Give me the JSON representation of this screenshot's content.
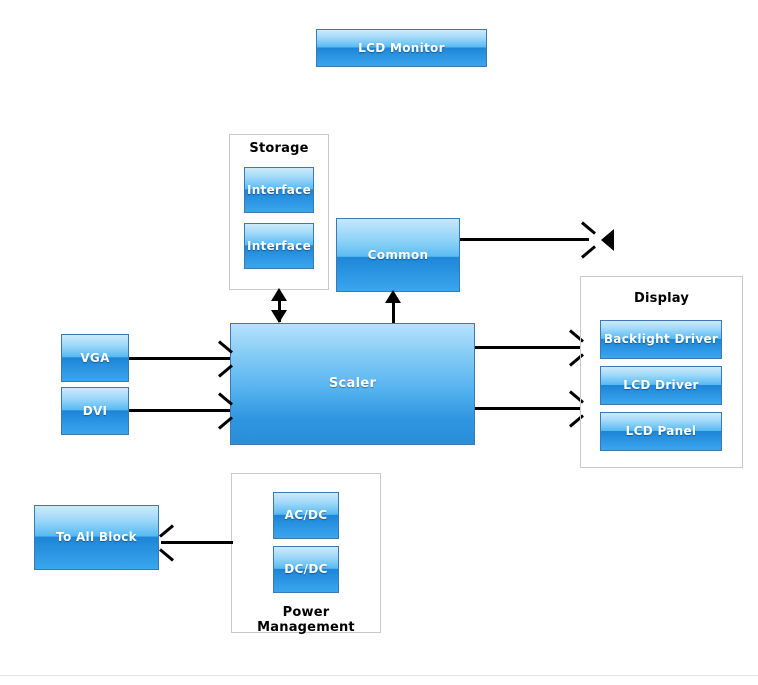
{
  "diagram": {
    "title_block": {
      "label": "LCD Monitor"
    },
    "groups": [
      {
        "name": "storage",
        "title": "Storage"
      },
      {
        "name": "display",
        "title": "Display"
      },
      {
        "name": "power",
        "title": "Power Management"
      }
    ],
    "blocks": {
      "interface_1": "Interface",
      "interface_2": "Interface",
      "common": "Common",
      "scaler": "Scaler",
      "vga": "VGA",
      "dvi": "DVI",
      "backlight_driver": "Backlight Driver",
      "lcd_driver": "LCD Driver",
      "lcd_panel": "LCD Panel",
      "ac_dc": "AC/DC",
      "dc_dc": "DC/DC",
      "to_all_block": "To All Block"
    },
    "icons": {
      "speaker": "speaker-icon"
    },
    "colors": {
      "block_border": "#3b78b4",
      "block_gradient_top": "#cdeafb",
      "block_gradient_mid": "#1d84d6",
      "block_gradient_bottom": "#3aa6ee",
      "group_border": "#c9c9c9",
      "connector": "#000000",
      "label_text": "#000000",
      "block_text": "#ffffff",
      "canvas_background": "#ffffff",
      "divider": "#e3e3e3"
    },
    "connections": [
      {
        "from": "vga",
        "to": "scaler",
        "direction": "right"
      },
      {
        "from": "dvi",
        "to": "scaler",
        "direction": "right"
      },
      {
        "from": "storage",
        "to": "scaler",
        "direction": "bidirectional"
      },
      {
        "from": "scaler",
        "to": "common",
        "direction": "up"
      },
      {
        "from": "common",
        "to": "speaker",
        "direction": "right"
      },
      {
        "from": "scaler",
        "to": "backlight_driver",
        "direction": "right"
      },
      {
        "from": "scaler",
        "to": "lcd_panel",
        "direction": "right"
      },
      {
        "from": "power",
        "to": "to_all_block",
        "direction": "left"
      }
    ]
  }
}
